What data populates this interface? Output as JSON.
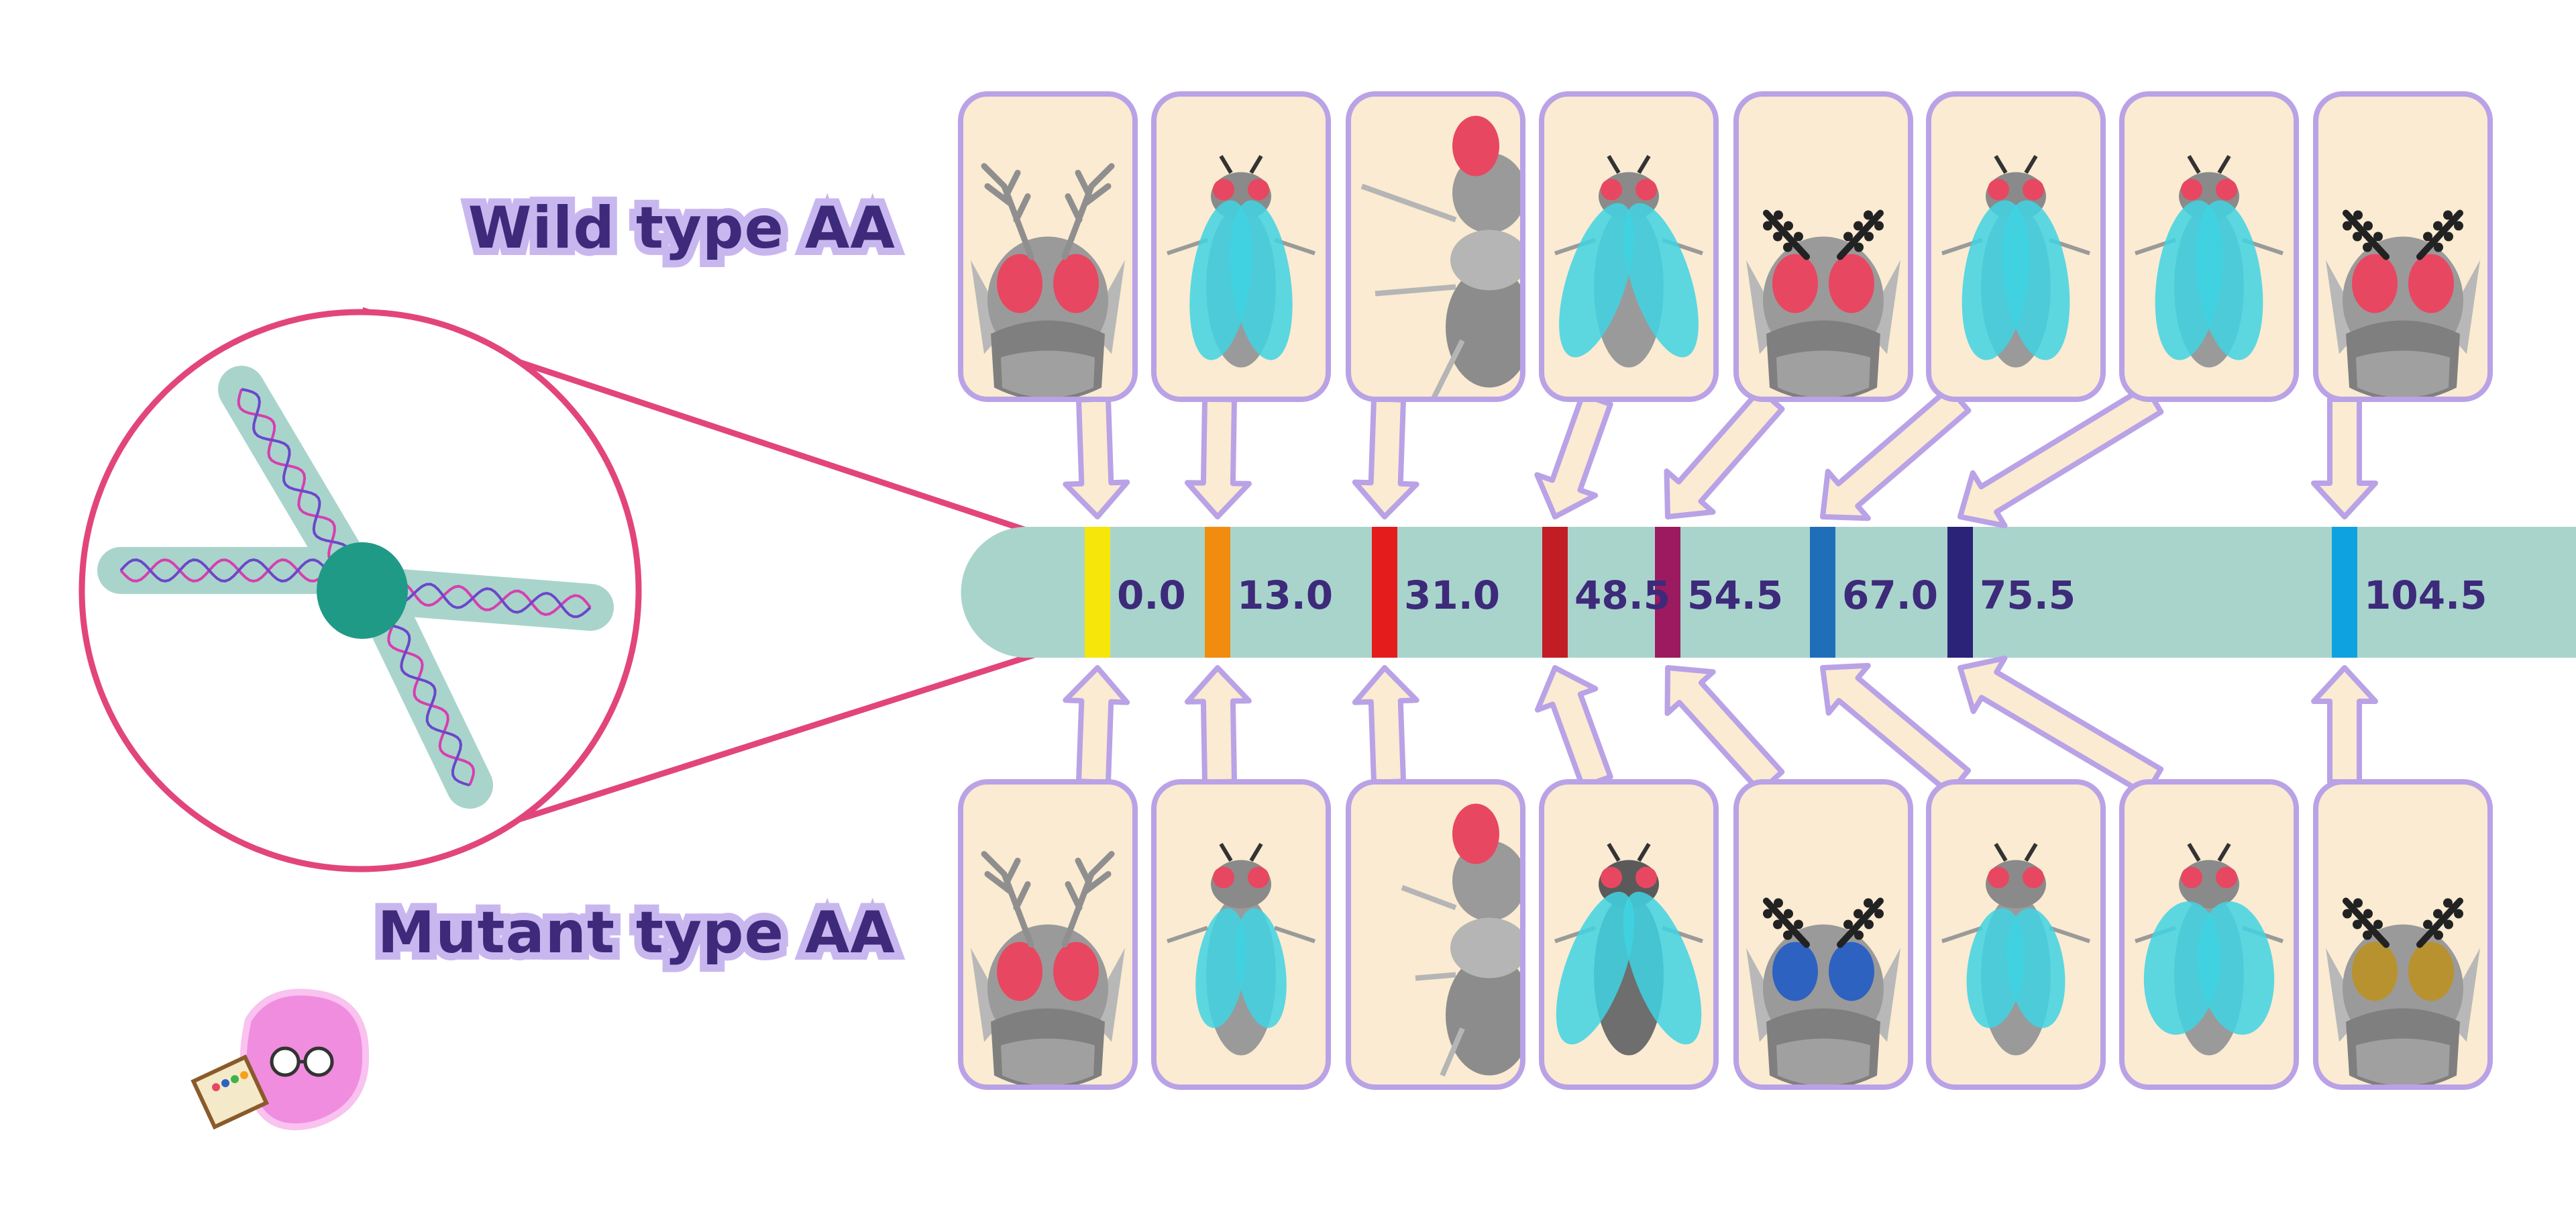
{
  "labels": {
    "wild": "Wild type AA",
    "mutant": "Mutant type AA"
  },
  "markers": [
    {
      "value": "0.0",
      "color": "#f6e60a",
      "trait": "arista"
    },
    {
      "value": "13.0",
      "color": "#f28c0f",
      "trait": "wing"
    },
    {
      "value": "31.0",
      "color": "#e51c1c",
      "trait": "leg"
    },
    {
      "value": "48.5",
      "color": "#c21d25",
      "trait": "body"
    },
    {
      "value": "54.5",
      "color": "#9c1a5f",
      "trait": "eye-color"
    },
    {
      "value": "67.0",
      "color": "#1f6fb8",
      "trait": "wing-vein"
    },
    {
      "value": "75.5",
      "color": "#2a2378",
      "trait": "wing-shape"
    },
    {
      "value": "104.5",
      "color": "#0fa2e0",
      "trait": "eye"
    }
  ],
  "colors": {
    "chromosome": "#a9d4cc",
    "centromere": "#1f9a86",
    "magnifier": "#e2457c",
    "panel_fill": "#faebd2",
    "panel_border": "#b9a2e6",
    "fly_gray": "#9a9a9a",
    "eye_red": "#e84761",
    "wing_cyan": "#3fd3e3",
    "eye_blue": "#2d62c0",
    "eye_brown": "#b8922e"
  }
}
